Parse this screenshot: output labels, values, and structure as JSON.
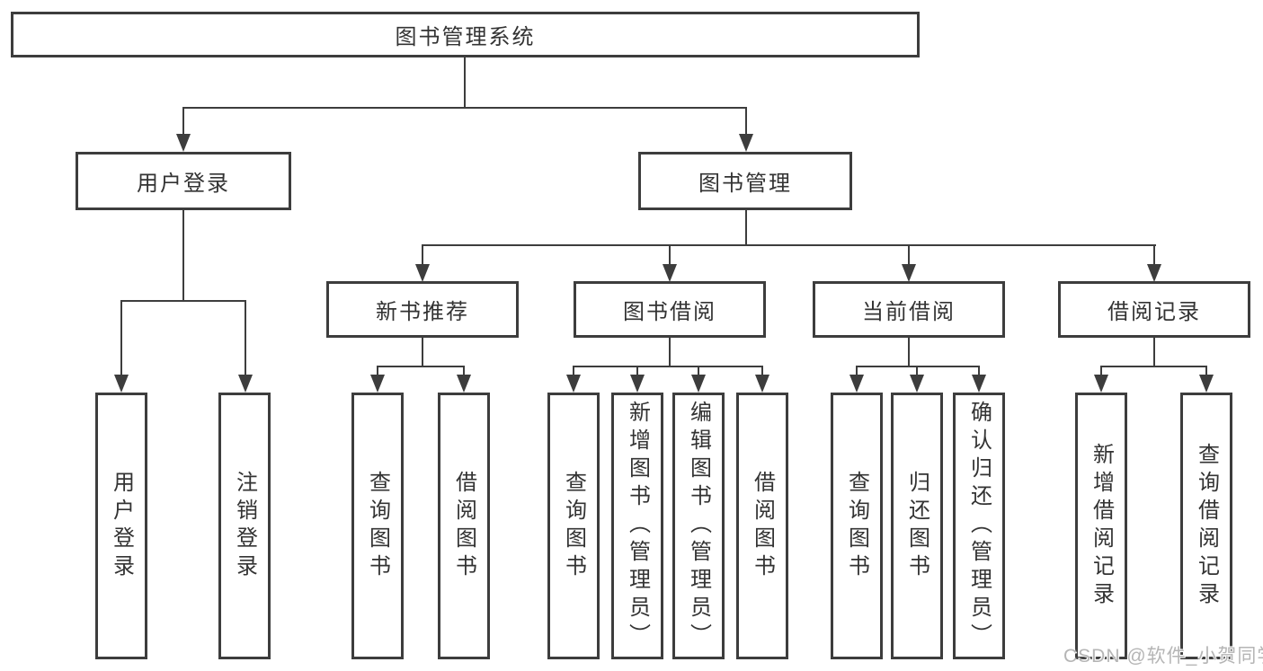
{
  "diagram": {
    "root": {
      "label": "图书管理系统",
      "children": [
        {
          "label": "用户登录",
          "children": [
            {
              "label": "用户登录"
            },
            {
              "label": "注销登录"
            }
          ]
        },
        {
          "label": "图书管理",
          "children": [
            {
              "label": "新书推荐",
              "children": [
                {
                  "label": "查询图书"
                },
                {
                  "label": "借阅图书"
                }
              ]
            },
            {
              "label": "图书借阅",
              "children": [
                {
                  "label": "查询图书"
                },
                {
                  "label": "新增图书（管理员）"
                },
                {
                  "label": "编辑图书（管理员）"
                },
                {
                  "label": "借阅图书"
                }
              ]
            },
            {
              "label": "当前借阅",
              "children": [
                {
                  "label": "查询图书"
                },
                {
                  "label": "归还图书"
                },
                {
                  "label": "确认归还（管理员）"
                }
              ]
            },
            {
              "label": "借阅记录",
              "children": [
                {
                  "label": "新增借阅记录"
                },
                {
                  "label": "查询借阅记录"
                }
              ]
            }
          ]
        }
      ]
    }
  },
  "watermark": {
    "text": "CSDN @软件_小贺同学"
  },
  "colors": {
    "line": "#3d3d3d",
    "text": "#333333",
    "watermark": "#b5b5b5",
    "background": "#ffffff"
  }
}
